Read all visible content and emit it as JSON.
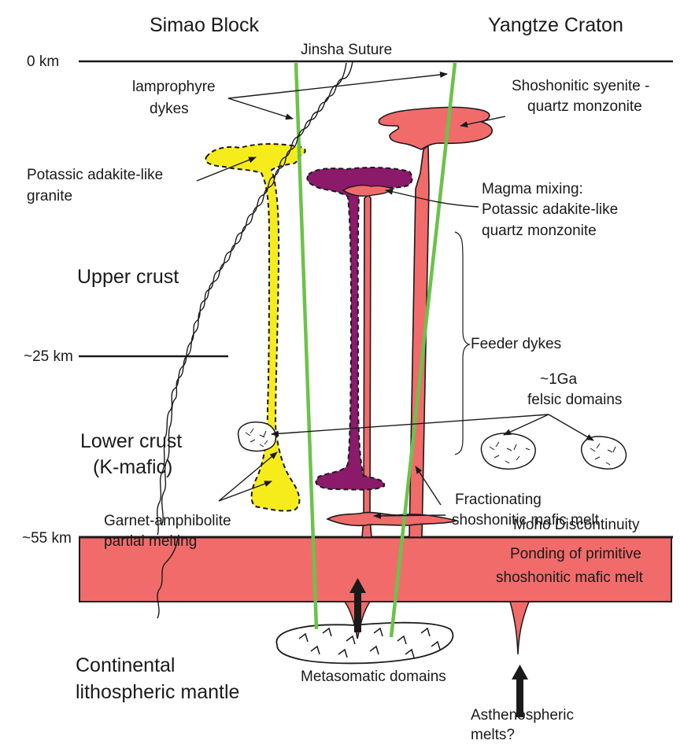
{
  "headers": {
    "left_block": "Simao Block",
    "right_block": "Yangtze Craton",
    "suture": "Jinsha Suture"
  },
  "depths": {
    "surface": "0 km",
    "mid": "~25 km",
    "moho": "~55 km"
  },
  "layers": {
    "upper_crust": "Upper crust",
    "lower_crust_line1": "Lower crust",
    "lower_crust_line2": "(K-mafic)",
    "mantle_line1": "Continental",
    "mantle_line2": "lithospheric mantle",
    "moho": "Moho Discontinuity"
  },
  "labels": {
    "lamprophyre_line1": "lamprophyre",
    "lamprophyre_line2": "dykes",
    "syenite_line1": "Shoshonitic syenite -",
    "syenite_line2": "quartz monzonite",
    "adakite_granite_line1": "Potassic adakite-like",
    "adakite_granite_line2": "granite",
    "mixing_line1": "Magma mixing:",
    "mixing_line2": "Potassic adakite-like",
    "mixing_line3": "quartz monzonite",
    "feeder": "Feeder dykes",
    "felsic_line1": "~1Ga",
    "felsic_line2": "felsic domains",
    "garnet_line1": "Garnet-amphibolite",
    "garnet_line2": "partial melting",
    "fractionating_line1": "Fractionating",
    "fractionating_line2": "shoshonitic mafic melt",
    "ponding_line1": "Ponding of primitive",
    "ponding_line2": "shoshonitic mafic melt",
    "metasomatic": "Metasomatic domains",
    "asthenospheric_line1": "Asthenospheric",
    "asthenospheric_line2": "melts?"
  },
  "colors": {
    "shoshonitic_melt": "#f26b6b",
    "adakite_granite": "#f7ec1b",
    "mixing_magma": "#8b1a6b",
    "suture_lines": "#6cc24a",
    "outline": "#1a1a1a"
  }
}
